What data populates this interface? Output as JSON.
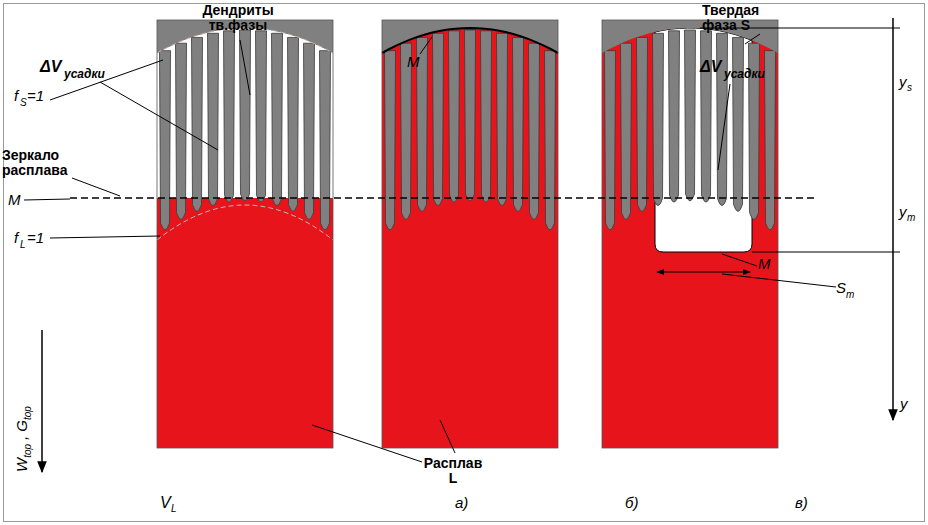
{
  "diagram": {
    "labels": [
      "Дендриты тв.фазы",
      "ΔV",
      "усадки",
      "f",
      "S",
      "=1",
      "Зеркало расплава",
      "M",
      "f",
      "L",
      "=1",
      "W",
      "top",
      ",",
      "G",
      "top",
      "V",
      "L",
      "а)",
      "Расплав L",
      "б)",
      "M",
      "Твердая фаза S",
      "ΔV",
      "усадки",
      "y",
      "s",
      "в)",
      "y",
      "m",
      "M",
      "S",
      "m",
      "y"
    ]
  }
}
